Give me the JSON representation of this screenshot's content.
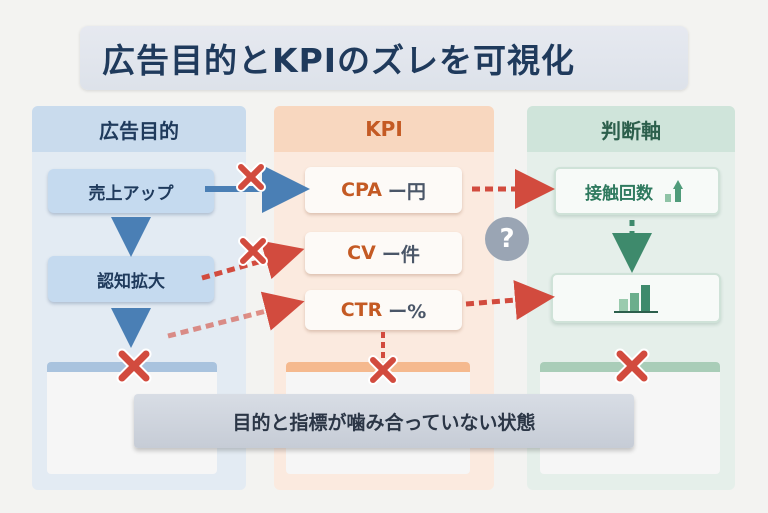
{
  "title": "広告目的とKPIのズレを可視化",
  "columns": {
    "goals": {
      "header": "広告目的",
      "items": [
        "売上アップ",
        "認知拡大"
      ]
    },
    "kpi": {
      "header": "KPI",
      "items": [
        {
          "name": "CPA",
          "unit": "ー円"
        },
        {
          "name": "CV",
          "unit": "ー件"
        },
        {
          "name": "CTR",
          "unit": "ー%"
        }
      ]
    },
    "axis": {
      "header": "判断軸",
      "items": [
        "接触回数",
        ""
      ]
    }
  },
  "question_mark": "?",
  "banner": "目的と指標が噛み合っていない状態",
  "colors": {
    "blue": "#4a7fb5",
    "red": "#d24b3e",
    "green": "#3e8a6c",
    "orange": "#c45a24"
  }
}
